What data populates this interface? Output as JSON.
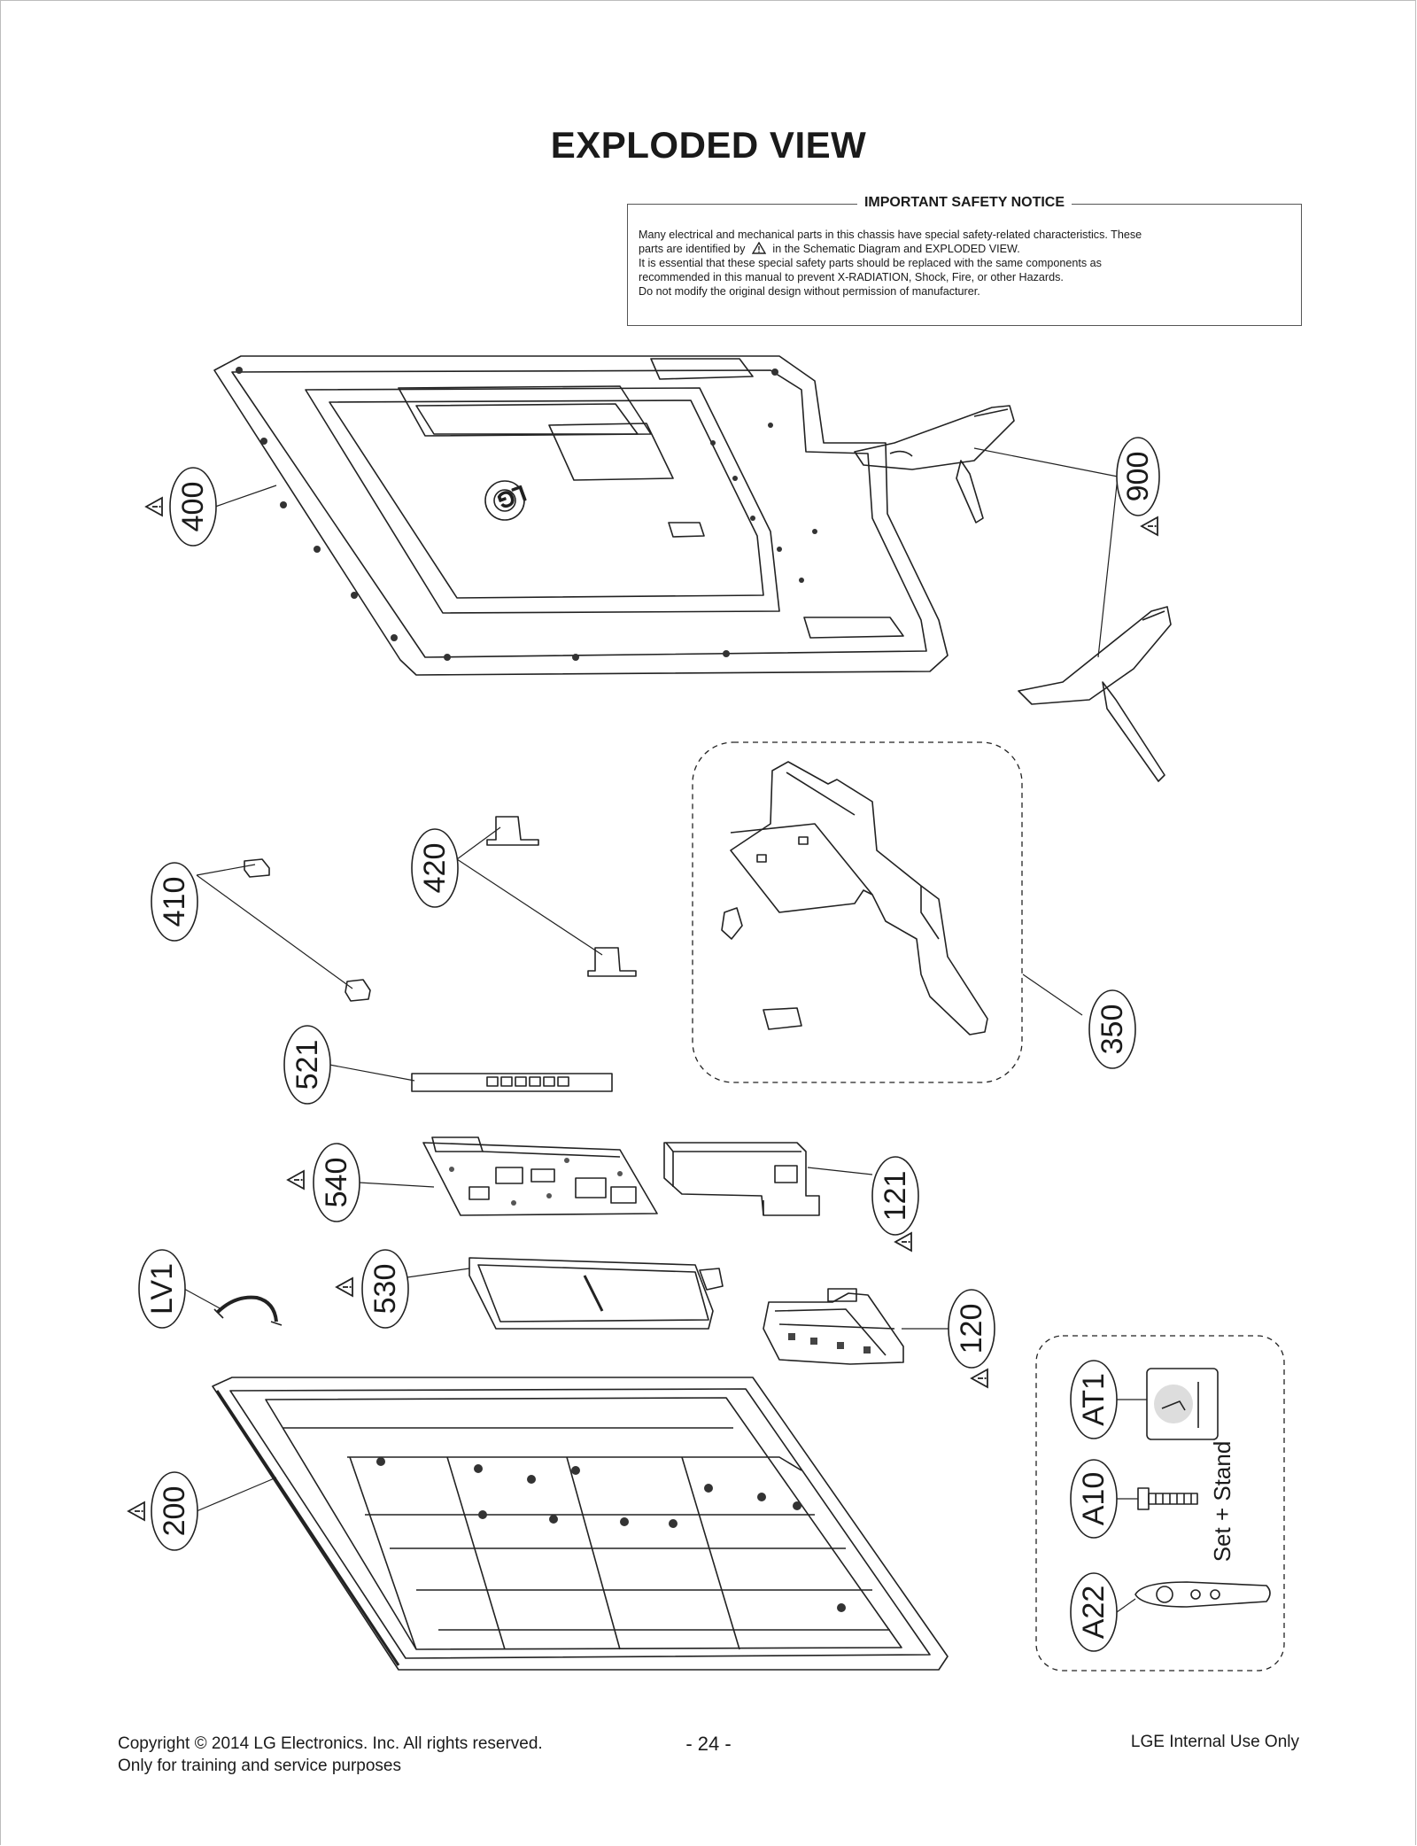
{
  "title": "EXPLODED VIEW",
  "notice": {
    "heading": "IMPORTANT SAFETY NOTICE",
    "line1": "Many electrical and mechanical parts in this chassis have special safety-related characteristics. These",
    "line2_pre": "parts are identified by",
    "line2_post": "in the Schematic Diagram and EXPLODED VIEW.",
    "line3": "It is essential that these special safety parts should be replaced with the same components as",
    "line4": "recommended in this manual to prevent X-RADIATION, Shock, Fire, or other Hazards.",
    "line5": "Do not modify the original design without permission of manufacturer."
  },
  "parts": {
    "p400": "400",
    "p900": "900",
    "p410": "410",
    "p420": "420",
    "p350": "350",
    "p521": "521",
    "p540": "540",
    "p121": "121",
    "pLV1": "LV1",
    "p530": "530",
    "p120": "120",
    "p200": "200",
    "pAT1": "AT1",
    "pA10": "A10",
    "pA22": "A22"
  },
  "set_stand_label": "Set + Stand",
  "logo_text": "LG",
  "footer": {
    "copyright": "Copyright  © 2014 LG Electronics. Inc. All rights reserved.",
    "purpose": "Only for training and service purposes",
    "page": "- 24 -",
    "internal": "LGE Internal Use Only"
  }
}
